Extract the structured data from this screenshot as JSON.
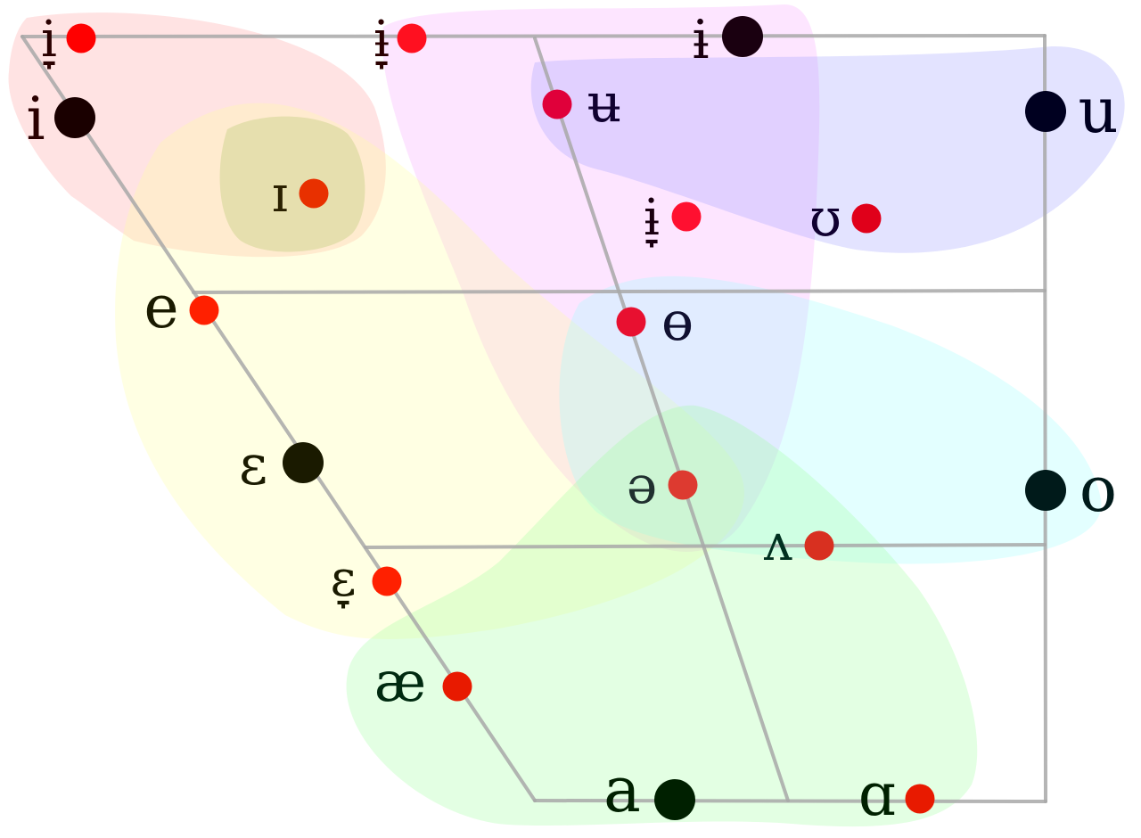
{
  "vowels": [
    {
      "id": "i-close-front-lowered",
      "symbol": "i̞",
      "color": "#2a0000",
      "dot_color": "#ff0000",
      "dot_size": "small"
    },
    {
      "id": "i-close-front",
      "symbol": "i",
      "color": "#2a0000",
      "dot_color": "#1a0000",
      "dot_size": "large"
    },
    {
      "id": "barred-i-lowered",
      "symbol": "ɨ̞",
      "color": "#2a0000",
      "dot_color": "#ff1020",
      "dot_size": "small"
    },
    {
      "id": "barred-i",
      "symbol": "ɨ",
      "color": "#1a0010",
      "dot_color": "#1a0010",
      "dot_size": "large"
    },
    {
      "id": "barred-u",
      "symbol": "ʉ",
      "color": "#100030",
      "dot_color": "#e0003a",
      "dot_size": "small"
    },
    {
      "id": "u",
      "symbol": "u",
      "color": "#000020",
      "dot_color": "#000020",
      "dot_size": "large"
    },
    {
      "id": "small-cap-i",
      "symbol": "ɪ",
      "color": "#2a2000",
      "dot_color": "#e83000",
      "dot_size": "small"
    },
    {
      "id": "barred-i-central-lowered",
      "symbol": "ɨ̞",
      "color": "#1a0010",
      "dot_color": "#ff1030",
      "dot_size": "small"
    },
    {
      "id": "upsilon",
      "symbol": "ʊ",
      "color": "#100030",
      "dot_color": "#e0001a",
      "dot_size": "small"
    },
    {
      "id": "e",
      "symbol": "e",
      "color": "#1a1a00",
      "dot_color": "#ff2000",
      "dot_size": "small"
    },
    {
      "id": "barred-o",
      "symbol": "ɵ",
      "color": "#101030",
      "dot_color": "#e81030",
      "dot_size": "small"
    },
    {
      "id": "epsilon",
      "symbol": "ɛ",
      "color": "#1a1a00",
      "dot_color": "#1a1a00",
      "dot_size": "large"
    },
    {
      "id": "schwa",
      "symbol": "ə",
      "color": "#203030",
      "dot_color": "#dd3a30",
      "dot_size": "small"
    },
    {
      "id": "o",
      "symbol": "o",
      "color": "#001a1a",
      "dot_color": "#001a1a",
      "dot_size": "large"
    },
    {
      "id": "turned-v",
      "symbol": "ʌ",
      "color": "#003020",
      "dot_color": "#d83020",
      "dot_size": "small"
    },
    {
      "id": "epsilon-lowered",
      "symbol": "ɛ̞",
      "color": "#1a1a00",
      "dot_color": "#ff2000",
      "dot_size": "small"
    },
    {
      "id": "ash",
      "symbol": "æ",
      "color": "#002a10",
      "dot_color": "#e81a00",
      "dot_size": "small"
    },
    {
      "id": "a",
      "symbol": "a",
      "color": "#002000",
      "dot_color": "#002000",
      "dot_size": "large"
    },
    {
      "id": "script-a",
      "symbol": "ɑ",
      "color": "#002000",
      "dot_color": "#e81a00",
      "dot_size": "small"
    }
  ],
  "regions": [
    {
      "id": "red-region",
      "color": "#ff9a9a",
      "opacity": 0.28
    },
    {
      "id": "magenta-region",
      "color": "#f7a0ff",
      "opacity": 0.28
    },
    {
      "id": "blue-region",
      "color": "#9a9aff",
      "opacity": 0.28
    },
    {
      "id": "yellow-region",
      "color": "#ffff9a",
      "opacity": 0.28
    },
    {
      "id": "olive-region",
      "color": "#b8c870",
      "opacity": 0.35
    },
    {
      "id": "cyan-region",
      "color": "#9affff",
      "opacity": 0.28
    },
    {
      "id": "green-region",
      "color": "#9aff9a",
      "opacity": 0.28
    }
  ],
  "grid_color": "#a8a8a8"
}
